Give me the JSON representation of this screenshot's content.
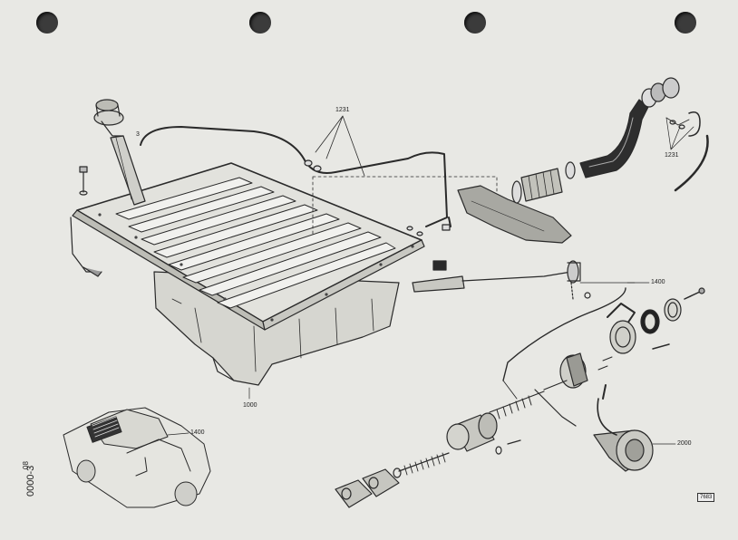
{
  "sheet": {
    "part_numbers": {
      "tank": "1000",
      "gauge_sender": "1400",
      "vent_lines_left": "1231",
      "vent_lines_right": "1231",
      "filler_neck_cap": "3",
      "fuel_pump": "2000",
      "car_inset": "1400"
    },
    "side_code": "0000-3",
    "side_code_small": "08",
    "plate_number": "7683"
  }
}
